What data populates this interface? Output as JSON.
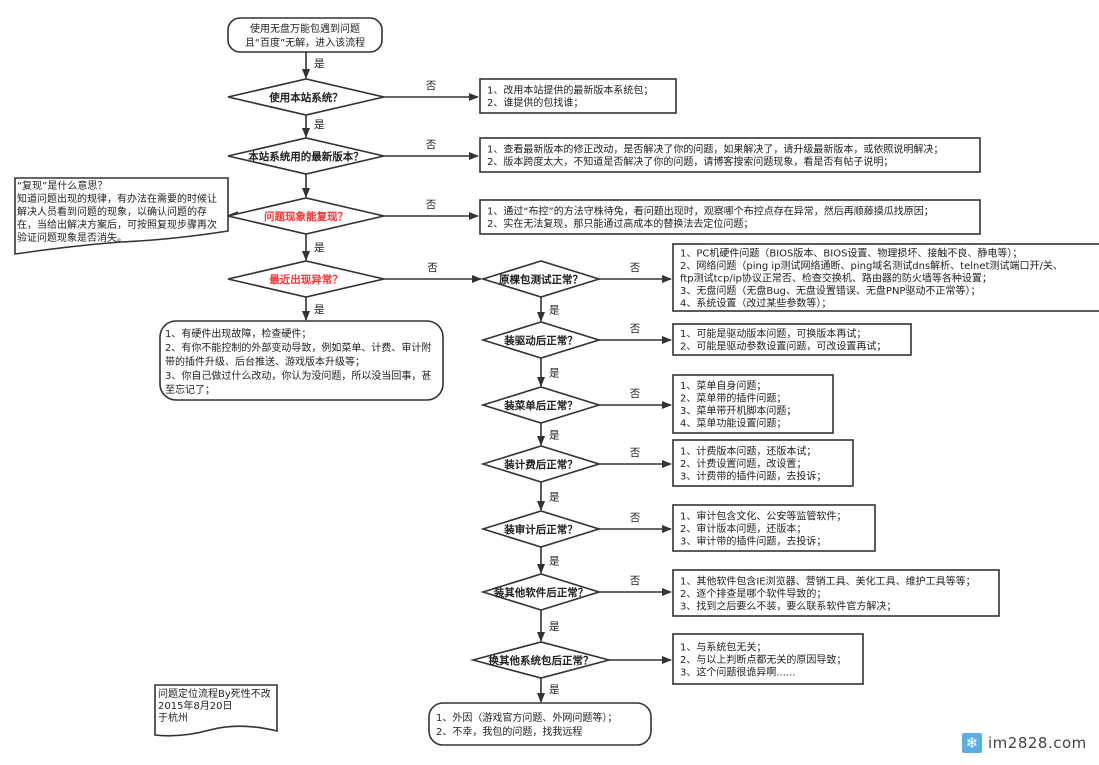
{
  "start": {
    "lines": [
      "使用无盘万能包遇到问题",
      "且“百度”无解，进入该流程"
    ]
  },
  "yes_label": "是",
  "no_label": "否",
  "decisions": [
    {
      "text": "使用本站系统？",
      "highlight": false
    },
    {
      "text": "本站系统用的最新版本？",
      "highlight": false
    },
    {
      "text": "问题现象能复现？",
      "highlight": true
    },
    {
      "text": "最近出现异常？",
      "highlight": true
    },
    {
      "text": "原棵包测试正常？",
      "highlight": false
    },
    {
      "text": "装驱动后正常？",
      "highlight": false
    },
    {
      "text": "装菜单后正常？",
      "highlight": false
    },
    {
      "text": "装计费后正常？",
      "highlight": false
    },
    {
      "text": "装审计后正常？",
      "highlight": false
    },
    {
      "text": "装其他软件后正常？",
      "highlight": false
    },
    {
      "text": "换其他系统包后正常？",
      "highlight": false
    }
  ],
  "boxes": [
    {
      "lines": [
        "1、改用本站提供的最新版本系统包；",
        "2、谁提供的包找谁；"
      ]
    },
    {
      "lines": [
        "1、查看最新版本的修正改动，是否解决了你的问题，如果解决了，请升级最新版本，或依照说明解决；",
        "2、版本跨度太大，不知道是否解决了你的问题，请博客搜索问题现象，看是否有帖子说明；"
      ]
    },
    {
      "lines": [
        "1、通过“布控”的方法守株待兔，看问题出现时，观察哪个布控点存在异常，然后再顺藤摸瓜找原因；",
        "2、实在无法复现，那只能通过高成本的替换法去定位问题；"
      ]
    },
    {
      "lines": [
        "1、PC机硬件问题（BIOS版本、BIOS设置、物理损坏、接触不良、静电等）；",
        "2、网络问题（ping ip测试网络通断、ping域名测试dns解析、telnet测试端口开/关、",
        "ftp测试tcp/ip协议正常否、检查交换机、路由器的防火墙等各种设置；",
        "3、无盘问题（无盘Bug、无盘设置错误、无盘PNP驱动不正常等）；",
        "4、系统设置（改过某些参数等）；"
      ]
    },
    {
      "lines": [
        "1、可能是驱动版本问题，可换版本再试；",
        "2、可能是驱动参数设置问题，可改设置再试；"
      ]
    },
    {
      "lines": [
        "1、菜单自身问题；",
        "2、菜单带的插件问题；",
        "3、菜单带开机脚本问题；",
        "4、菜单功能设置问题；"
      ]
    },
    {
      "lines": [
        "1、计费版本问题，还版本试；",
        "2、计费设置问题，改设置；",
        "3、计费带的插件问题，去投诉；"
      ]
    },
    {
      "lines": [
        "1、审计包含文化、公安等监管软件；",
        "2、审计版本问题，还版本；",
        "3、审计带的插件问题，去投诉；"
      ]
    },
    {
      "lines": [
        "1、其他软件包含IE浏览器、营销工具、美化工具、维护工具等等；",
        "2、逐个排查是哪个软件导致的；",
        "3、找到之后要么不装，要么联系软件官方解决；"
      ]
    },
    {
      "lines": [
        "1、与系统包无关；",
        "2、与以上判断点都无关的原因导致；",
        "3、这个问题很诡异啊......"
      ]
    }
  ],
  "recent_yes_box": {
    "lines": [
      "1、有硬件出现故障，检查硬件；",
      "2、有你不能控制的外部变动导致，例如菜单、计费、审计附",
      "带的插件升级、后台推送、游戏版本升级等；",
      "3、你自己做过什么改动，你认为没问题，所以没当回事，甚",
      "至忘记了；"
    ]
  },
  "end_box": {
    "lines": [
      "1、外因（游戏官方问题、外网问题等）；",
      "2、不幸，我包的问题，找我远程"
    ]
  },
  "note_reproduce": {
    "lines": [
      "“复现”是什么意思？",
      "知道问题出现的规律，有办法在需要的时候让",
      "解决人员看到问题的现象，以确认问题的存",
      "在，当给出解决方案后，可按照复现步骤再次",
      "验证问题现象是否消失。"
    ]
  },
  "note_author": {
    "lines": [
      "问题定位流程By死性不改",
      "2015年8月20日",
      "于杭州"
    ]
  },
  "watermark": {
    "icon": "snowflake-icon",
    "glyph": "❄",
    "text": "im2828.com",
    "color": "#5aaee6"
  },
  "colors": {
    "highlight": "#ff3333",
    "stroke": "#333333"
  }
}
